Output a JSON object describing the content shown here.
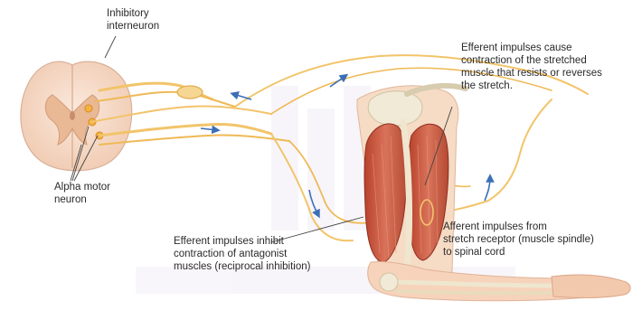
{
  "labels": {
    "inhibitory_interneuron": [
      "Inhibitory",
      "interneuron"
    ],
    "alpha_motor_neuron": [
      "Alpha motor",
      "neuron"
    ],
    "efferent_contraction": [
      "Efferent impulses cause",
      "contraction of the stretched",
      "muscle that resists or reverses",
      "the stretch."
    ],
    "efferent_inhibit": [
      "Efferent impulses inhibit",
      "contraction of antagonist",
      "muscles (reciprocal inhibition)"
    ],
    "afferent": [
      "Afferent impulses from",
      "stretch receptor (muscle spindle)",
      "to spinal cord"
    ]
  },
  "colors": {
    "nerve": "#f2c46a",
    "nerve_dark": "#e6a640",
    "arrow": "#3b6fb6",
    "spinal_cord": "#f6dcc9",
    "grey_matter": "#ecc2a3",
    "muscle": "#c9563d",
    "bone": "#efe6cf",
    "skin": "#f3c9ad"
  }
}
